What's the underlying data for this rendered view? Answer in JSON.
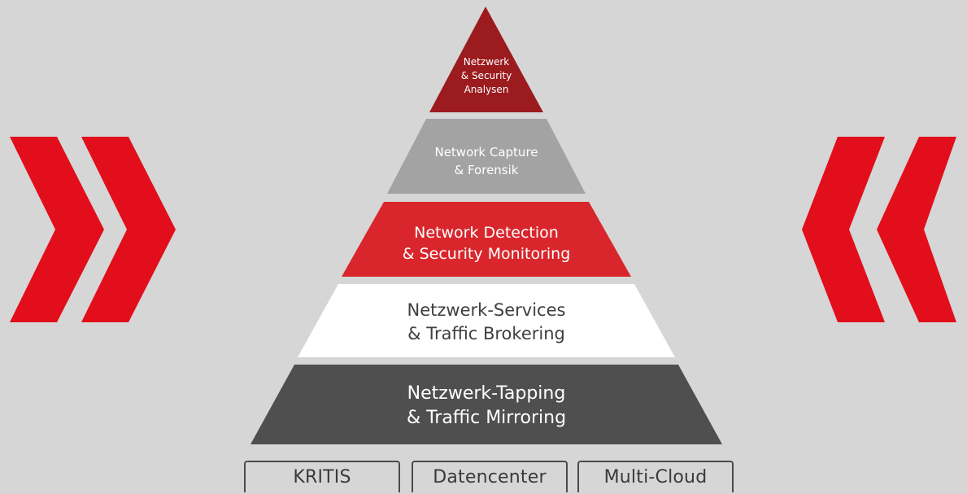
{
  "pyramid": {
    "layers": [
      {
        "line1": "Netzwerk",
        "line2": "& Security",
        "line3": "Analysen"
      },
      {
        "line1": "Network Capture",
        "line2": "& Forensik"
      },
      {
        "line1": "Network Detection",
        "line2": "& Security Monitoring"
      },
      {
        "line1": "Netzwerk-Services",
        "line2": "& Traffic Brokering"
      },
      {
        "line1": "Netzwerk-Tapping",
        "line2": "& Traffic Mirroring"
      }
    ]
  },
  "base": {
    "items": [
      "KRITIS",
      "Datencenter",
      "Multi-Cloud"
    ]
  },
  "colors": {
    "background": "#d6d6d6",
    "layer_top": "#9b1b1e",
    "layer_capture": "#a3a3a3",
    "layer_detection": "#d9262c",
    "layer_services": "#ffffff",
    "layer_tapping": "#4f4f4f",
    "chevron": "#e20e1b",
    "text_light": "#ffffff",
    "text_dark": "#3f3f3f"
  }
}
